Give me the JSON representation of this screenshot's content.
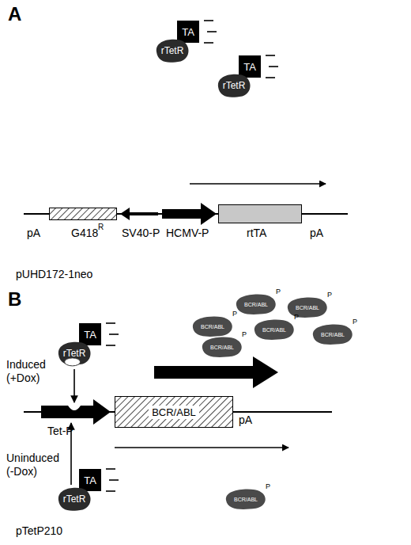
{
  "diagram": {
    "nodes": [
      {
        "text": [
          "TA"
        ]
      },
      {
        "text": [
          "rTetR"
        ]
      },
      {
        "text": [
          "TA"
        ]
      },
      {
        "text": [
          "rTetR"
        ]
      },
      {
        "text": [
          "G418",
          "R"
        ]
      },
      {
        "text": [
          "rtTA"
        ]
      },
      {
        "text": [
          "BCR/ABL",
          "P"
        ]
      },
      {
        "text": [
          "BCR/ABL",
          "P"
        ]
      },
      {
        "text": [
          "BCR/ABL",
          "P"
        ]
      },
      {
        "text": [
          "BCR/ABL",
          "P"
        ]
      },
      {
        "text": [
          "BCR/ABL",
          "P"
        ]
      },
      {
        "text": [
          "BCR/ABL",
          "P"
        ]
      },
      {
        "text": [
          "TA"
        ]
      },
      {
        "text": [
          "rTetR"
        ]
      },
      {
        "text": [
          "BCR/ABL"
        ]
      },
      {
        "text": [
          "TA"
        ]
      },
      {
        "text": [
          "rTetR"
        ]
      },
      {
        "text": [
          "BCR/ABL",
          "P"
        ]
      }
    ],
    "labels": [
      "A",
      "pA",
      "SV40-P",
      "HCMV-P",
      "pA",
      "pUHD172-1neo",
      "B",
      "Induced (+Dox)",
      "Tet-P",
      "pA",
      "Uninduced (-Dox)",
      "pTetP210"
    ]
  }
}
